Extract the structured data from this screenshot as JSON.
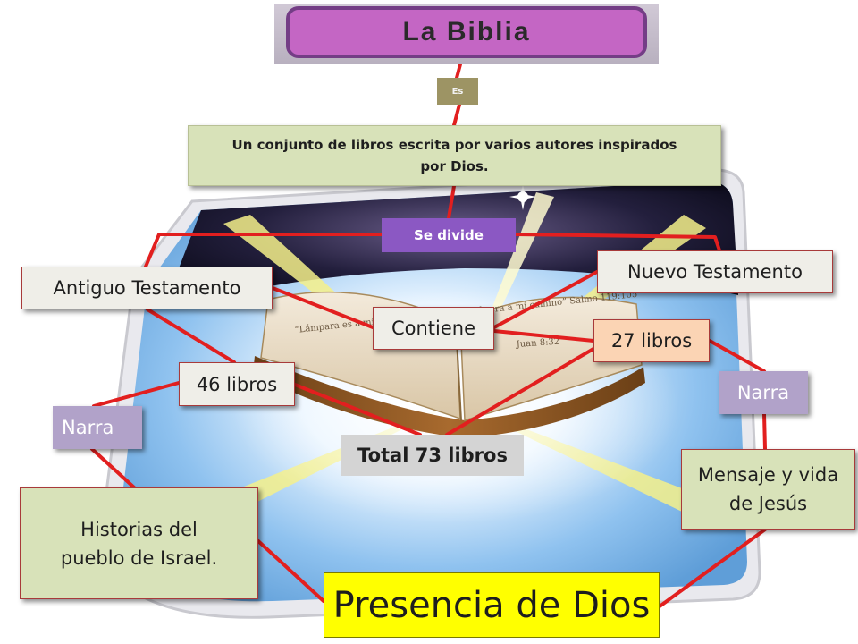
{
  "title": "La Biblia",
  "labels": {
    "es": "Es",
    "definition": "Un conjunto de libros escrita por varios autores inspirados por Dios.",
    "se_divide": "Se divide",
    "antiguo": "Antiguo Testamento",
    "nuevo": "Nuevo Testamento",
    "contiene": "Contiene",
    "libros_27": "27 libros",
    "libros_46": "46 libros",
    "narra_right": "Narra",
    "narra_left": "Narra",
    "total": "Total 73 libros",
    "mensaje": "Mensaje y vida de Jesús",
    "historias": "Historias del pueblo de Israel.",
    "presencia": "Presencia  de Dios"
  },
  "book_text": "“Lámpara es a mis pies tu palabra, y lumbrera a mi camino” Salmo 119:105",
  "book_text_right": "Juan 8:32",
  "colors": {
    "connector": "#e21f1f",
    "title_fill": "#c466c4",
    "title_border": "#743d86",
    "es_fill": "#9d9464",
    "definition_fill": "#d8e2b9",
    "divide_fill": "#8b58c3",
    "cream_fill": "#efeee8",
    "peach_fill": "#fbd4b4",
    "lilac_fill": "#b1a2c9",
    "total_fill": "#d4d4d4",
    "presencia_fill": "#ffff00",
    "sky": "#7fb3e6",
    "nebula": "#1c1a3a"
  },
  "icons": [
    "open-bible-icon",
    "sparkle-icon"
  ]
}
